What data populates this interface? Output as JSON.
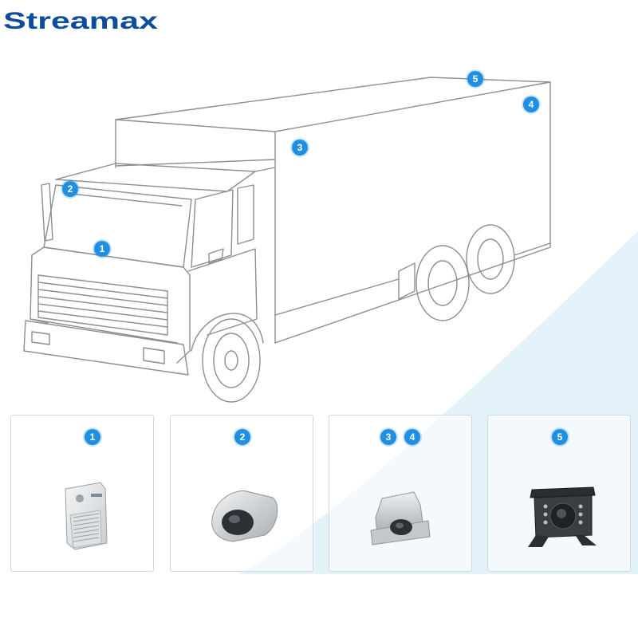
{
  "brand": {
    "logo_text": "Streamax",
    "color": "#0d4d9b",
    "accent": "#38b34a"
  },
  "colors": {
    "marker": "#1e8fe1",
    "line": "#8a8f93",
    "panel_border": "#d6d9dc",
    "swoosh": "#e4f2fa"
  },
  "truck_markers": [
    "1",
    "2",
    "3",
    "4",
    "5"
  ],
  "panels": [
    {
      "markers": [
        "1"
      ],
      "icon": "dashcam-icon"
    },
    {
      "markers": [
        "2"
      ],
      "icon": "dome-camera-icon"
    },
    {
      "markers": [
        "3",
        "4"
      ],
      "icon": "side-camera-icon"
    },
    {
      "markers": [
        "5"
      ],
      "icon": "rear-camera-icon"
    }
  ]
}
